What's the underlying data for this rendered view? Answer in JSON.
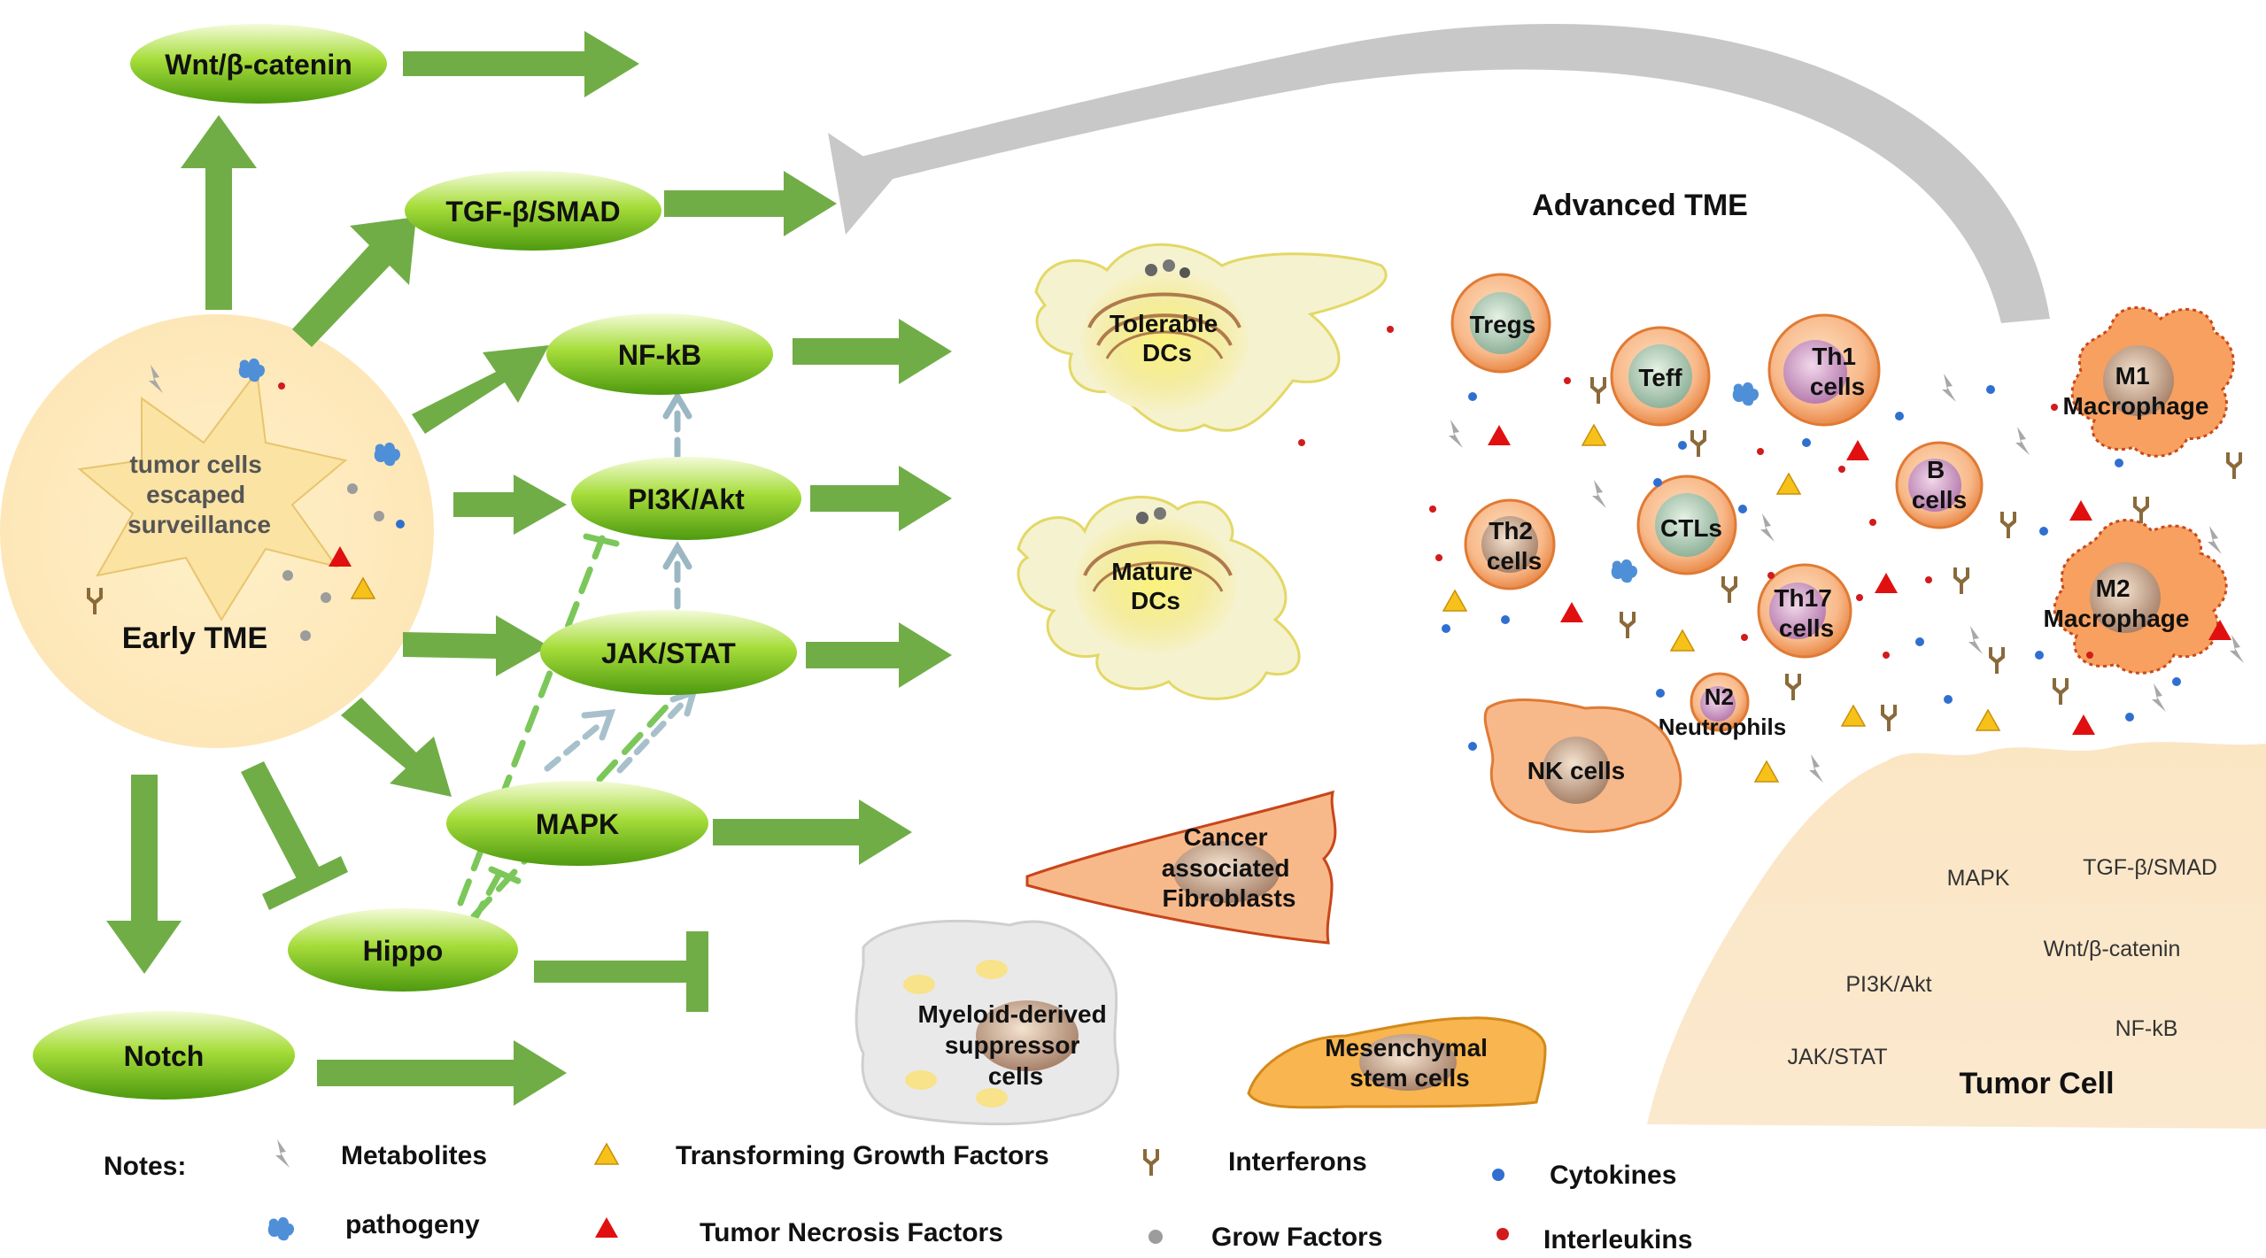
{
  "early_tme": {
    "star_lines": [
      "tumor cells",
      "escaped",
      "surveillance"
    ],
    "label": "Early TME"
  },
  "pathways": {
    "wnt": "Wnt/β-catenin",
    "tgf": "TGF-β/SMAD",
    "nfkb": "NF-kB",
    "pi3k": "PI3K/Akt",
    "jak": "JAK/STAT",
    "mapk": "MAPK",
    "hippo": "Hippo",
    "notch": "Notch"
  },
  "advanced_tme": {
    "title": "Advanced TME"
  },
  "dcs": {
    "tolerable": [
      "Tolerable",
      "DCs"
    ],
    "mature": [
      "Mature",
      "DCs"
    ]
  },
  "stromal": {
    "caf": [
      "Cancer",
      "associated",
      "Fibroblasts"
    ],
    "mdsc": [
      "Myeloid-derived",
      "suppressor",
      "cells"
    ],
    "msc": [
      "Mesenchymal",
      "stem cells"
    ]
  },
  "immune_cells": {
    "tregs": [
      "Tregs"
    ],
    "teff": [
      "Teff"
    ],
    "th1": [
      "Th1",
      "cells"
    ],
    "m1": [
      "M1",
      "Macrophage"
    ],
    "b": [
      "B",
      "cells"
    ],
    "th2": [
      "Th2",
      "cells"
    ],
    "ctls": [
      "CTLs"
    ],
    "th17": [
      "Th17",
      "cells"
    ],
    "m2": [
      "M2",
      "Macrophage"
    ],
    "n2": [
      "N2",
      "Neutrophils"
    ],
    "nk": [
      "NK cells"
    ]
  },
  "tumor_cell": {
    "label": "Tumor Cell",
    "pathways": [
      "MAPK",
      "TGF-β/SMAD",
      "Wnt/β-catenin",
      "PI3K/Akt",
      "NF-kB",
      "JAK/STAT"
    ]
  },
  "legend": {
    "notes_label": "Notes:",
    "items": [
      {
        "icon": "metabolites-bolt-icon",
        "label": "Metabolites"
      },
      {
        "icon": "tgf-yellow-triangle-icon",
        "label": "Transforming Growth Factors"
      },
      {
        "icon": "interferon-y-icon",
        "label": "Interferons"
      },
      {
        "icon": "cytokine-blue-dot-icon",
        "label": "Cytokines"
      },
      {
        "icon": "pathogen-blue-blob-icon",
        "label": "pathogeny"
      },
      {
        "icon": "tnf-red-triangle-icon",
        "label": "Tumor Necrosis Factors"
      },
      {
        "icon": "grow-factor-gray-dot-icon",
        "label": "Grow Factors"
      },
      {
        "icon": "interleukin-red-dot-icon",
        "label": "Interleukins"
      }
    ]
  },
  "colors": {
    "node_green": "#7cc222",
    "arrow_green": "#70ad47",
    "early_tme_bg": "#fde9c0",
    "star_fill": "#fbe3a4",
    "tumor_bg": "#fbe6c4",
    "feedback_gray": "#c8c8c8",
    "cytokine_blue": "#2f6fd0",
    "interleukin_red": "#d21b1b",
    "tgf_yellow": "#f6c21a",
    "tnf_red": "#e01010",
    "interferon_brown": "#8a6a3a",
    "pathogen_blue": "#4f8fd8"
  }
}
